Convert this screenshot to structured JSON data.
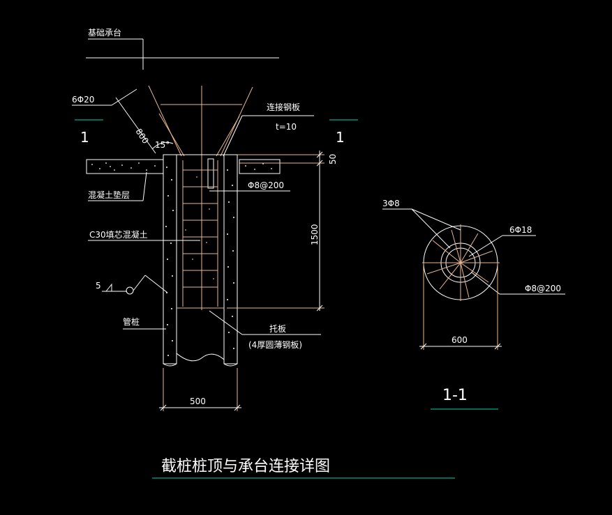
{
  "colors": {
    "background": "#000000",
    "line": "#ffffff",
    "dimension": "#e8b890",
    "underline": "#00d4b0"
  },
  "labels": {
    "cap": "基础承台",
    "main_bars": "6Φ20",
    "connect_plate": "连接钢板",
    "plate_thk": "t=10",
    "section_left": "1",
    "section_right": "1",
    "anchor_len": "800",
    "angle": "15°",
    "dim_50": "50",
    "stirrup_left": "Φ8@200",
    "dim_1500": "1500",
    "cushion": "混凝土垫层",
    "infill": "C30填芯混凝土",
    "weld_no": "5",
    "pipe_pile": "管桩",
    "bottom_plate": "托板",
    "bottom_plate_note": "(4厚圆薄钢板)",
    "dim_500": "500",
    "sec_3phi8": "3Φ8",
    "sec_6phi18": "6Φ18",
    "sec_stirrup": "Φ8@200",
    "dim_600": "600",
    "section_title": "1-1",
    "drawing_title": "截桩桩顶与承台连接详图"
  }
}
